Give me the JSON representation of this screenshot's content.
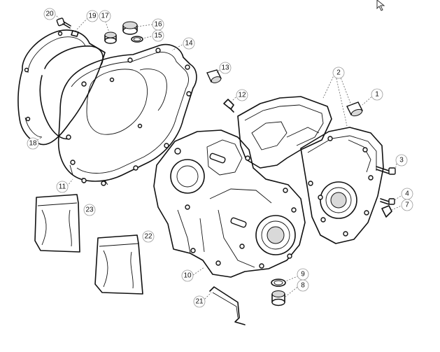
{
  "callouts": [
    {
      "label": "20"
    },
    {
      "label": "19"
    },
    {
      "label": "17"
    },
    {
      "label": "16"
    },
    {
      "label": "15"
    },
    {
      "label": "14"
    },
    {
      "label": "13"
    },
    {
      "label": "2"
    },
    {
      "label": "1"
    },
    {
      "label": "12"
    },
    {
      "label": "18"
    },
    {
      "label": "11"
    },
    {
      "label": "3"
    },
    {
      "label": "4"
    },
    {
      "label": "7"
    },
    {
      "label": "23"
    },
    {
      "label": "22"
    },
    {
      "label": "10"
    },
    {
      "label": "9"
    },
    {
      "label": "8"
    },
    {
      "label": "21"
    }
  ],
  "parts": [
    "bolt",
    "clip",
    "plug",
    "plug-with-o-ring",
    "o-ring",
    "clutch-cover",
    "bushing",
    "crankcase-halves",
    "dowel",
    "elbow-fitting",
    "cover-gasket",
    "bolt",
    "bolt",
    "elbow-fitting",
    "sealant-pouch",
    "sealant-pouch",
    "crankcase-assembly",
    "washer",
    "drain-plug",
    "wire-clip"
  ],
  "cursor_icon": "arrow-cursor-icon"
}
